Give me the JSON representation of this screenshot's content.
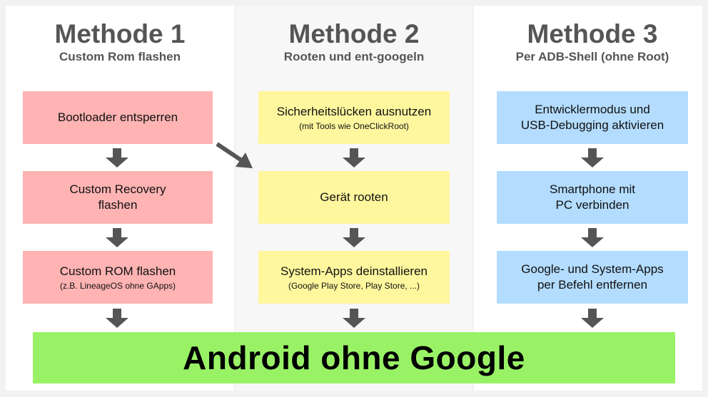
{
  "columns": [
    {
      "title": "Methode 1",
      "subtitle": "Custom Rom flashen",
      "steps": [
        {
          "main": [
            "Bootloader entsperren"
          ],
          "sub": ""
        },
        {
          "main": [
            "Custom Recovery",
            "flashen"
          ],
          "sub": ""
        },
        {
          "main": [
            "Custom ROM flashen"
          ],
          "sub": "(z.B. LineageOS ohne GApps)"
        }
      ]
    },
    {
      "title": "Methode 2",
      "subtitle": "Rooten und ent-googeln",
      "steps": [
        {
          "main": [
            "Sicherheitslücken ausnutzen"
          ],
          "sub": "(mit Tools wie OneClickRoot)"
        },
        {
          "main": [
            "Gerät rooten"
          ],
          "sub": ""
        },
        {
          "main": [
            "System-Apps deinstallieren"
          ],
          "sub": "(Google Play Store, Play Store, ...)"
        }
      ]
    },
    {
      "title": "Methode 3",
      "subtitle": "Per ADB-Shell (ohne Root)",
      "steps": [
        {
          "main": [
            "Entwicklermodus und",
            "USB-Debugging aktivieren"
          ],
          "sub": ""
        },
        {
          "main": [
            "Smartphone mit",
            "PC verbinden"
          ],
          "sub": ""
        },
        {
          "main": [
            "Google- und System-Apps",
            "per Befehl entfernen"
          ],
          "sub": ""
        }
      ]
    }
  ],
  "result": {
    "label": "Android ohne Google"
  },
  "colors": {
    "methode1": "#ffb3b3",
    "methode2": "#fff79e",
    "methode3": "#b3dcff",
    "result": "#99f266",
    "arrow": "#555555",
    "heading": "#555555"
  },
  "icons": [
    "arrow-down-icon",
    "arrow-diagonal-icon"
  ]
}
